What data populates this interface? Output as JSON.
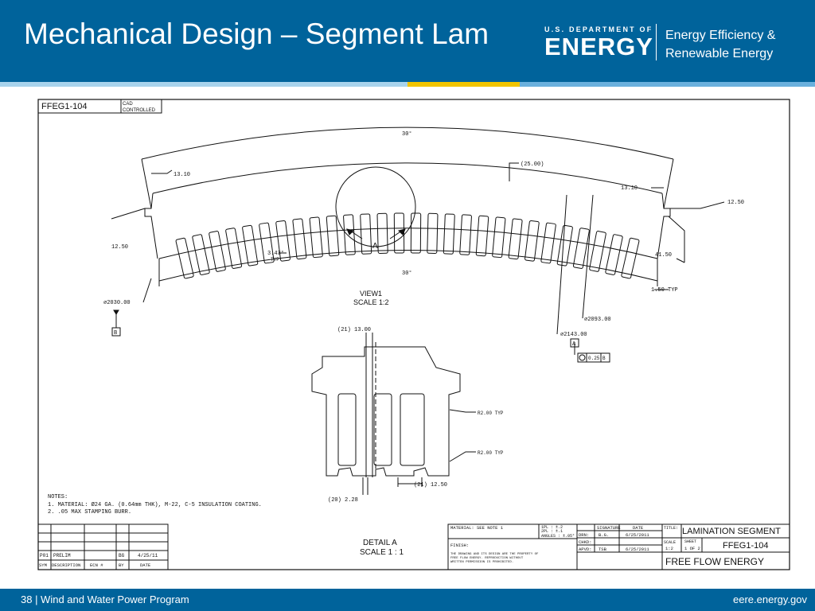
{
  "slide": {
    "title": "Mechanical Design – Segment Lam",
    "footer_left": "38 | Wind and Water Power Program",
    "footer_right": "eere.energy.gov"
  },
  "logo": {
    "dept_small": "U.S. DEPARTMENT OF",
    "dept_big": "ENERGY",
    "office_line1": "Energy Efficiency &",
    "office_line2": "Renewable Energy"
  },
  "colors": {
    "header": "#00639b",
    "stripe_light": "#a8d3ec",
    "stripe_gold": "#f1c400",
    "stripe_blue": "#6ab0dd"
  },
  "drawing": {
    "part_no_box": "FFEG1-104",
    "cad_line1": "CAD",
    "cad_line2": "CONTROLLED",
    "dim_30_top": "30°",
    "dim_25": "(25.00)",
    "dim_1310_left": "13.10",
    "dim_1310_right": "13.10",
    "dim_1250_right": "12.50",
    "dim_1250_left": "12.50",
    "dim_343": "3.43°",
    "dim_343_typ": "TYP",
    "dim_4150": "41.50",
    "dim_30_bottom": "30°",
    "dim_150typ": "1.50 TYP",
    "dia_2030": "⌀2030.00",
    "dia_2093": "⌀2093.00",
    "dia_2143": "⌀2143.00",
    "datum_b": "B",
    "datum_a": "A",
    "detail_label": "A",
    "view_label": "VIEW1",
    "view_scale": "SCALE 1:2",
    "dim_21_1300": "(21) 13.00",
    "dim_r200_1": "R2.00 TYP",
    "dim_r200_2": "R2.00 TYP",
    "dim_21_1250": "(21) 12.50",
    "dim_20_228": "(20) 2.28",
    "fcf_tol": "0.25",
    "fcf_datum": "B",
    "notes_title": "NOTES:",
    "note_1": "1. MATERIAL: Ø24 GA. (0.64mm THK), M-22, C-5 INSULATION COATING.",
    "note_2": "2. .05 MAX STAMPING BURR.",
    "detail_title": "DETAIL  A",
    "detail_scale": "SCALE 1 : 1",
    "rev_sym": "P01",
    "rev_desc": "PRELIM",
    "rev_by": "BG",
    "rev_date": "4/25/11",
    "rev_h_sym": "SYM",
    "rev_h_desc": "DESCRIPTION",
    "rev_h_ecn": "ECN #",
    "rev_h_by": "BY",
    "rev_h_date": "DATE",
    "tb_material": "MATERIAL: SEE NOTE 1",
    "tb_tol1": "1PL : ±.2",
    "tb_tol2": "2PL : ±.1",
    "tb_tol3": "ANGLES : ±.05°",
    "tb_finish": "FINISH:",
    "tb_sig_h": "SIGNATURE",
    "tb_date_h": "DATE",
    "tb_drn": "DRN:",
    "tb_drn_sig": "B.G.",
    "tb_drn_date": "6/25/2011",
    "tb_chkd": "CHKD:",
    "tb_aprvd": "APVD:",
    "tb_aprvd_sig": "TSB",
    "tb_aprvd_date": "6/25/2011",
    "tb_title_h": "TITLE:",
    "tb_title": "LAMINATION SEGMENT",
    "tb_scale_h": "SCALE",
    "tb_scale": "1:2",
    "tb_sheet_h": "SHEET",
    "tb_sheet": "1 OF 2",
    "tb_dwg": "FFEG1-104",
    "tb_company": "FREE FLOW ENERGY",
    "tb_disclaimer_1": "THE DRAWING AND ITS DESIGN ARE THE PROPERTY OF",
    "tb_disclaimer_2": "FREE FLOW ENERGY. REPRODUCTION WITHOUT",
    "tb_disclaimer_3": "WRITTEN PERMISSION IS PROHIBITED."
  }
}
